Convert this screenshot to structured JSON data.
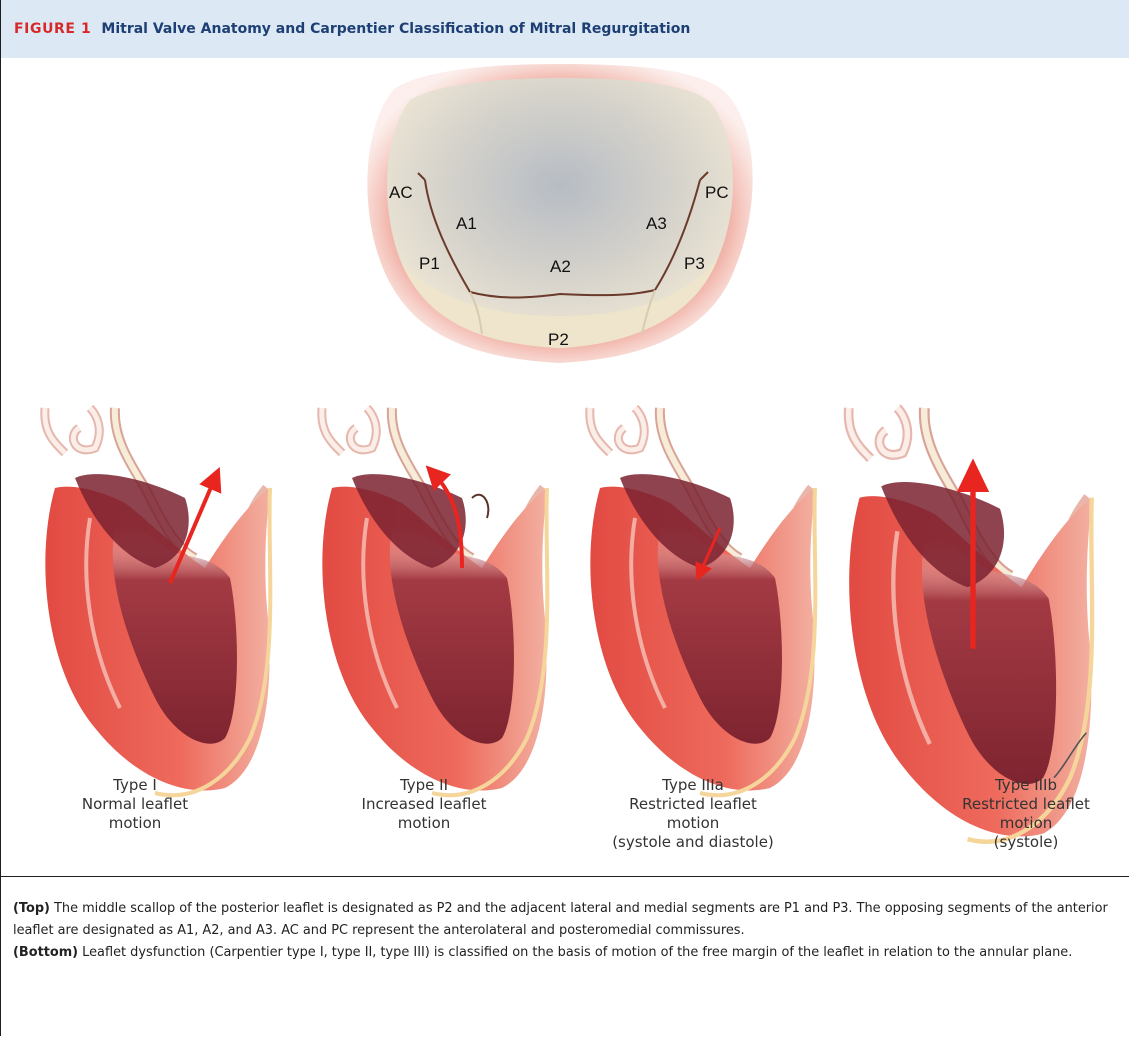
{
  "figure": {
    "label": "FIGURE 1",
    "title": "Mitral Valve Anatomy and Carpentier Classification of Mitral Regurgitation"
  },
  "valve_labels": {
    "ac": "AC",
    "pc": "PC",
    "a1": "A1",
    "a2": "A2",
    "a3": "A3",
    "p1": "P1",
    "p2": "P2",
    "p3": "P3"
  },
  "panels": [
    {
      "line1": "Type I",
      "line2": "Normal leaflet",
      "line3": "motion",
      "line4": ""
    },
    {
      "line1": "Type II",
      "line2": "Increased leaflet",
      "line3": "motion",
      "line4": ""
    },
    {
      "line1": "Type IIIa",
      "line2": "Restricted leaflet",
      "line3": "motion",
      "line4": "(systole and diastole)"
    },
    {
      "line1": "Type IIIb",
      "line2": "Restricted leaflet",
      "line3": "motion",
      "line4": "(systole)"
    }
  ],
  "legend": {
    "top_label": "(Top)",
    "top_text": " The middle scallop of the posterior leaflet is designated as P2 and the adjacent lateral and medial segments are P1 and P3. The opposing segments of the anterior leaflet are designated as A1, A2, and A3. AC and PC represent the anterolateral and posteromedial commissures.",
    "bottom_label": "(Bottom)",
    "bottom_text": " Leaflet dysfunction (Carpentier type I, type II, type III) is classified on the basis of motion of the free margin of the leaflet in relation to the annular plane."
  },
  "colors": {
    "header_bg": "#dce9f5",
    "label_red": "#d62a2a",
    "title_navy": "#1d3f73",
    "myocardium": "#e85a4f",
    "cavity": "#8e2a35",
    "arrow": "#e8251f"
  }
}
